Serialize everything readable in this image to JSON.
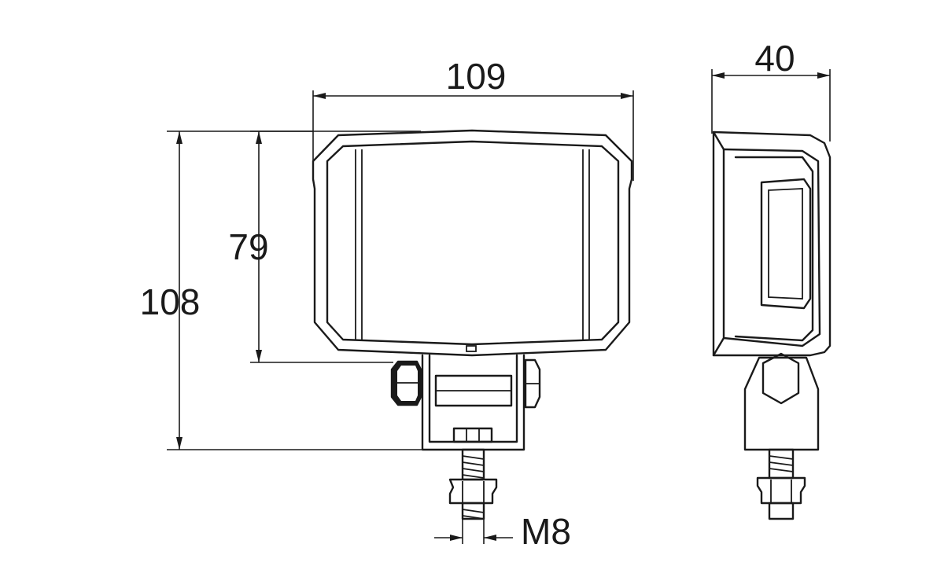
{
  "dimensions": {
    "width_total": "109",
    "depth": "40",
    "height_total": "108",
    "height_lens": "79",
    "thread": "M8"
  }
}
